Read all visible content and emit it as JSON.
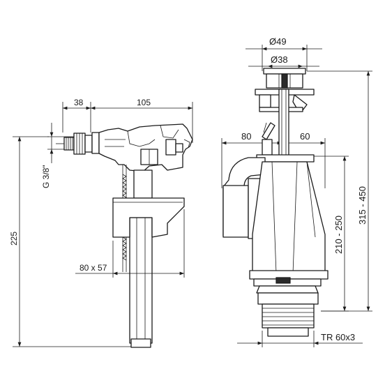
{
  "labels": {
    "inlet_offset": "38",
    "inlet_reach": "105",
    "thread_size": "G 3/8\"",
    "inlet_height": "225",
    "float_size": "80 x 57",
    "button_outer_dia": "Ø49",
    "button_inner_dia": "Ø38",
    "left_width": "80",
    "right_width": "60",
    "overflow_range": "210 - 250",
    "total_range": "315 - 450",
    "base_thread": "TR 60x3"
  },
  "colors": {
    "line": "#1a1a1a",
    "fill_light": "#e6e6e6",
    "fill_dark": "#2a2a2a"
  }
}
